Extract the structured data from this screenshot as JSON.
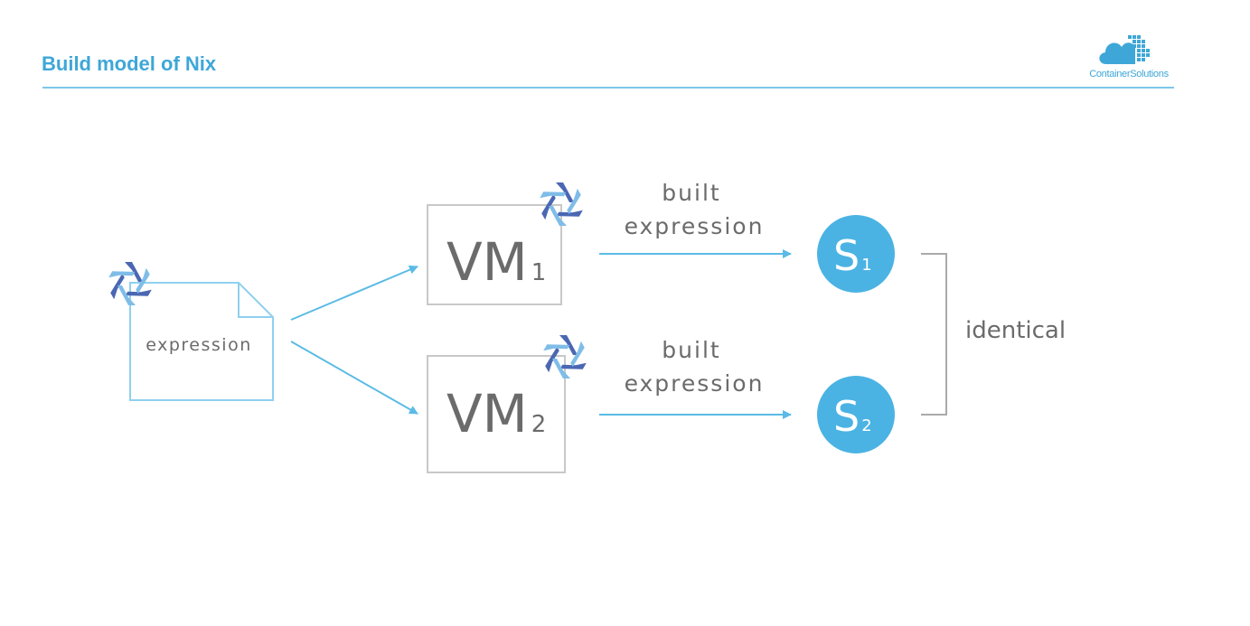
{
  "slide": {
    "title": "Build model of Nix"
  },
  "logo": {
    "name": "cloud-grid-logo",
    "text": "ContainerSolutions"
  },
  "diagram": {
    "source_file": {
      "label": "expression",
      "icon": "nix-snowflake-icon"
    },
    "vms": [
      {
        "letters": "VM",
        "sub": "1",
        "icon": "nix-snowflake-icon"
      },
      {
        "letters": "VM",
        "sub": "2",
        "icon": "nix-snowflake-icon"
      }
    ],
    "edge_labels": [
      {
        "line1": "built",
        "line2": "expression"
      },
      {
        "line1": "built",
        "line2": "expression"
      }
    ],
    "outputs": [
      {
        "letter": "S",
        "sub": "1"
      },
      {
        "letter": "S",
        "sub": "2"
      }
    ],
    "relation_label": "identical"
  },
  "colors": {
    "accent": "#3ea7d8",
    "arrow": "#5bbbe6",
    "circle": "#4ab3e3",
    "text_gray": "#6b6b6b",
    "box_border": "#c8c8c8",
    "snow_dark": "#4a67b3",
    "snow_light": "#7fbde8"
  }
}
